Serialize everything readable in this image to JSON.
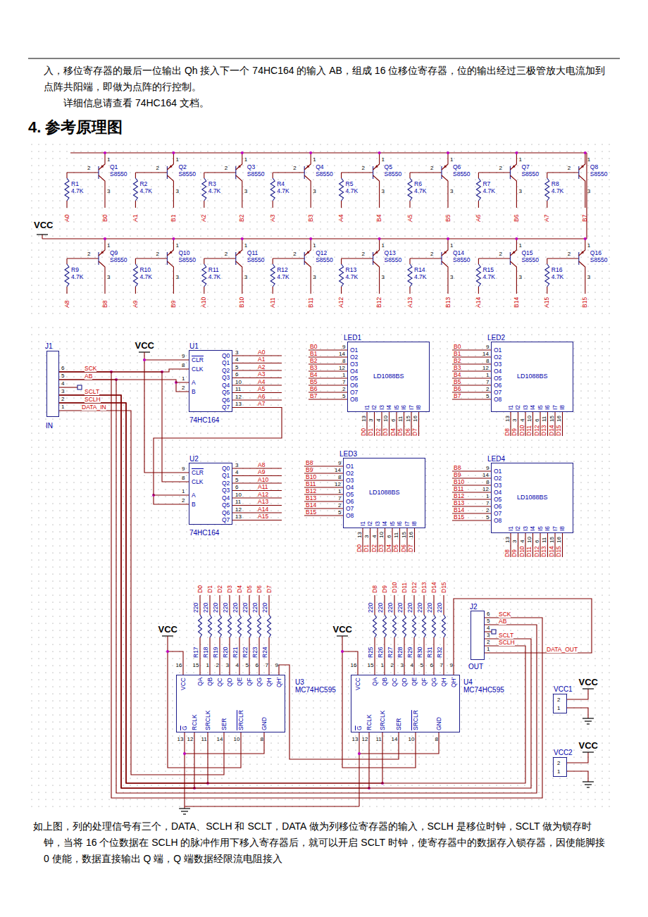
{
  "diagram": {
    "title": "4. 参考原理图",
    "nodes": [
      {
        "text": [
          "J1",
          "IN"
        ]
      },
      {
        "text": [
          "U1",
          "74HC164"
        ]
      },
      {
        "text": [
          "LED1",
          "LD1088BS"
        ]
      },
      {
        "text": [
          "LED2",
          "LD1088BS"
        ]
      },
      {
        "text": [
          "U2",
          "74HC164"
        ]
      },
      {
        "text": [
          "LED3",
          "LD1088BS"
        ]
      },
      {
        "text": [
          "LED4",
          "LD1088BS"
        ]
      },
      {
        "text": [
          "U3",
          "MC74HC595"
        ]
      },
      {
        "text": [
          "U4",
          "MC74HC595"
        ]
      },
      {
        "text": [
          "J2",
          "OUT"
        ]
      },
      {
        "text": [
          "VCC1"
        ]
      },
      {
        "text": [
          "VCC2"
        ]
      }
    ],
    "edges": [
      {
        "from": 0,
        "to": 1,
        "arrow": "none",
        "label": "SCK"
      },
      {
        "from": 0,
        "to": 4,
        "arrow": "none"
      },
      {
        "from": 0,
        "to": 9,
        "arrow": "none",
        "label": "SCK"
      },
      {
        "from": 0,
        "to": 1,
        "arrow": "none",
        "label": "AB"
      },
      {
        "from": 0,
        "to": 9,
        "arrow": "none",
        "label": "AB"
      },
      {
        "from": 0,
        "to": 7,
        "arrow": "none",
        "label": "SCLT"
      },
      {
        "from": 0,
        "to": 8,
        "arrow": "none"
      },
      {
        "from": 0,
        "to": 9,
        "arrow": "none",
        "label": "SCLT"
      },
      {
        "from": 0,
        "to": 7,
        "arrow": "none",
        "label": "SCLH"
      },
      {
        "from": 0,
        "to": 8,
        "arrow": "none"
      },
      {
        "from": 0,
        "to": 9,
        "arrow": "none",
        "label": "SCLH"
      },
      {
        "from": 0,
        "to": 7,
        "arrow": "none",
        "label": "DATA_IN"
      },
      {
        "from": 1,
        "to": 4,
        "arrow": "none"
      },
      {
        "from": 7,
        "to": 8,
        "arrow": "none"
      },
      {
        "from": 8,
        "to": 9,
        "arrow": "none",
        "label": "DATA_OUT"
      }
    ],
    "labels": [
      "入，移位寄存器的最后一位输出 Qh 接入下一个 74HC164 的输入 AB，组成 16 位移位寄存器，位的输出经过三极管放大电流加到点阵共阳端，即做为点阵的行控制。",
      "详细信息请查看 74HC164 文档。",
      "如上图，列的处理信号有三个，DATA、SCLH 和 SCLT，DATA 做为列移位寄存器的输入，SCLH 是移位时钟，SCLT 做为锁存时钟，当将 16 个位数据在 SCLH 的脉冲作用下移入寄存器后，就可以开启 SCLT 时钟，使寄存器中的数据存入锁存器，因使能脚接 0 使能，数据直接输出 Q 端，Q 端数据经限流电阻接入",
      "VCC",
      "2",
      "1",
      "3",
      "Q1",
      "S8550",
      "R1",
      "4.7K",
      "A0",
      "B0",
      "2",
      "1",
      "3",
      "Q2",
      "S8550",
      "R2",
      "4.7K",
      "A1",
      "B1",
      "2",
      "1",
      "3",
      "Q3",
      "S8550",
      "R3",
      "4.7K",
      "A2",
      "B2",
      "2",
      "1",
      "3",
      "Q4",
      "S8550",
      "R4",
      "4.7K",
      "A3",
      "B3",
      "2",
      "1",
      "3",
      "Q5",
      "S8550",
      "R5",
      "4.7K",
      "A4",
      "B4",
      "2",
      "1",
      "3",
      "Q6",
      "S8550",
      "R6",
      "4.7K",
      "A5",
      "B5",
      "2",
      "1",
      "3",
      "Q7",
      "S8550",
      "R7",
      "4.7K",
      "A6",
      "B6",
      "2",
      "1",
      "3",
      "Q8",
      "S8550",
      "R8",
      "4.7K",
      "A7",
      "B7",
      "2",
      "1",
      "3",
      "Q9",
      "S8550",
      "R9",
      "4.7K",
      "A8",
      "B8",
      "2",
      "1",
      "3",
      "Q10",
      "S8550",
      "R10",
      "4.7K",
      "A9",
      "B9",
      "2",
      "1",
      "3",
      "Q11",
      "S8550",
      "R11",
      "4.7K",
      "A10",
      "B10",
      "2",
      "1",
      "3",
      "Q12",
      "S8550",
      "R12",
      "4.7K",
      "A11",
      "B11",
      "2",
      "1",
      "3",
      "Q13",
      "S8550",
      "R13",
      "4.7K",
      "A12",
      "B12",
      "2",
      "1",
      "3",
      "Q14",
      "S8550",
      "R14",
      "4.7K",
      "A13",
      "B13",
      "2",
      "1",
      "3",
      "Q15",
      "S8550",
      "R15",
      "4.7K",
      "A14",
      "B14",
      "2",
      "1",
      "3",
      "Q16",
      "S8550",
      "R16",
      "4.7K",
      "A15",
      "B15",
      "6",
      "5",
      "4",
      "3",
      "2",
      "1",
      "VCC",
      "9",
      "8",
      "1",
      "2",
      "CLR",
      "CLK",
      "A",
      "B",
      "Q0",
      "Q1",
      "Q2",
      "Q3",
      "Q4",
      "Q5",
      "Q6",
      "Q7",
      "3",
      "4",
      "5",
      "6",
      "10",
      "11",
      "12",
      "13",
      "A0",
      "A1",
      "A2",
      "A3",
      "A4",
      "A5",
      "A6",
      "A7",
      "9",
      "8",
      "1",
      "2",
      "CLR",
      "CLK",
      "A",
      "B",
      "Q0",
      "Q1",
      "Q2",
      "Q3",
      "Q4",
      "Q5",
      "Q6",
      "Q7",
      "3",
      "4",
      "5",
      "6",
      "10",
      "11",
      "12",
      "13",
      "A8",
      "A9",
      "A10",
      "A11",
      "A12",
      "A13",
      "A14",
      "A15",
      "B0",
      "B1",
      "B2",
      "B3",
      "B4",
      "B5",
      "B6",
      "B7",
      "9",
      "14",
      "8",
      "12",
      "1",
      "7",
      "2",
      "5",
      "O1",
      "O2",
      "O3",
      "O4",
      "O5",
      "O6",
      "O7",
      "O8",
      "I1",
      "I2",
      "I3",
      "I4",
      "I5",
      "I6",
      "I7",
      "I8",
      "13",
      "3",
      "4",
      "10",
      "6",
      "11",
      "15",
      "16",
      "D0",
      "D1",
      "D2",
      "D3",
      "D4",
      "D5",
      "D6",
      "D7",
      "B0",
      "B1",
      "B2",
      "B3",
      "B4",
      "B5",
      "B6",
      "B7",
      "9",
      "14",
      "8",
      "12",
      "1",
      "7",
      "2",
      "5",
      "O1",
      "O2",
      "O3",
      "O4",
      "O5",
      "O6",
      "O7",
      "O8",
      "I1",
      "I2",
      "I3",
      "I4",
      "I5",
      "I6",
      "I7",
      "I8",
      "13",
      "3",
      "4",
      "10",
      "6",
      "11",
      "15",
      "16",
      "D8",
      "D9",
      "D10",
      "D11",
      "D12",
      "D13",
      "D14",
      "D15",
      "B8",
      "B9",
      "B10",
      "B11",
      "B12",
      "B13",
      "B14",
      "B15",
      "9",
      "14",
      "8",
      "12",
      "1",
      "7",
      "2",
      "5",
      "O1",
      "O2",
      "O3",
      "O4",
      "O5",
      "O6",
      "O7",
      "O8",
      "I1",
      "I2",
      "I3",
      "I4",
      "I5",
      "I6",
      "I7",
      "I8",
      "13",
      "3",
      "4",
      "10",
      "6",
      "11",
      "15",
      "16",
      "D0",
      "D1",
      "D2",
      "D3",
      "D4",
      "D5",
      "D6",
      "D7",
      "B8",
      "B9",
      "B10",
      "B11",
      "B12",
      "B13",
      "B14",
      "B15",
      "9",
      "14",
      "8",
      "12",
      "1",
      "7",
      "2",
      "5",
      "O1",
      "O2",
      "O3",
      "O4",
      "O5",
      "O6",
      "O7",
      "O8",
      "I1",
      "I2",
      "I3",
      "I4",
      "I5",
      "I6",
      "I7",
      "I8",
      "13",
      "3",
      "4",
      "10",
      "6",
      "11",
      "15",
      "16",
      "D8",
      "D9",
      "D10",
      "D11",
      "D12",
      "D13",
      "D14",
      "D15",
      "VCC",
      "VCC",
      "QA",
      "QB",
      "QC",
      "QD",
      "QE",
      "QF",
      "QG",
      "QH",
      "QH'",
      "16",
      "15",
      "1",
      "2",
      "3",
      "4",
      "5",
      "6",
      "7",
      "9",
      "G",
      "RCLK",
      "SRCLK",
      "SER",
      "SRCLR",
      "GND",
      "13",
      "12",
      "11",
      "14",
      "10",
      "8",
      "D0",
      "D1",
      "D2",
      "D3",
      "D4",
      "D5",
      "D6",
      "D7",
      "220",
      "220",
      "220",
      "220",
      "220",
      "220",
      "220",
      "220",
      "R17",
      "R18",
      "R19",
      "R20",
      "R21",
      "R22",
      "R23",
      "R24",
      "VCC",
      "VCC",
      "QA",
      "QB",
      "QC",
      "QD",
      "QE",
      "QF",
      "QG",
      "QH",
      "QH'",
      "16",
      "15",
      "1",
      "2",
      "3",
      "4",
      "5",
      "6",
      "7",
      "9",
      "G",
      "RCLK",
      "SRCLK",
      "SER",
      "SRCLR",
      "GND",
      "13",
      "12",
      "11",
      "14",
      "10",
      "8",
      "D8",
      "D9",
      "D10",
      "D11",
      "D12",
      "D13",
      "D14",
      "D15",
      "220",
      "220",
      "220",
      "220",
      "220",
      "220",
      "220",
      "220",
      "R25",
      "R26",
      "R27",
      "R28",
      "R29",
      "R30",
      "R31",
      "R32",
      "6",
      "5",
      "4",
      "3",
      "2",
      "1",
      "2",
      "1",
      "VCC",
      "2",
      "1",
      "VCC"
    ]
  }
}
